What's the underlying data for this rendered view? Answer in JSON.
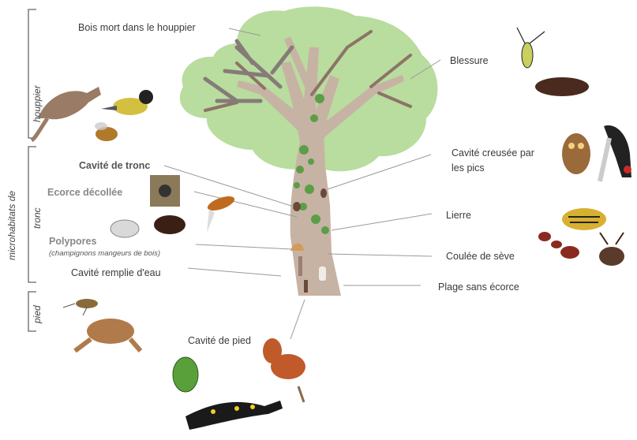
{
  "side_labels": {
    "group": "microhabitats de",
    "houppier": "houppier",
    "tronc": "tronc",
    "pied": "pied"
  },
  "labels": {
    "bois_mort": "Bois mort dans le houppier",
    "blessure": "Blessure",
    "cavite_pics": "Cavité creusée par",
    "cavite_pics_2": "les pics",
    "cavite_tronc": "Cavité de tronc",
    "ecorce": "Ecorce décollée",
    "lierre": "Lierre",
    "polypores": "Polypores",
    "polypores_sub": "(champignons mangeurs de bois)",
    "coulee": "Coulée de sève",
    "cavite_eau": "Cavité remplie d'eau",
    "plage": "Plage sans écorce",
    "cavite_pied": "Cavité  de pied"
  },
  "colors": {
    "foliage": "#b9dc9f",
    "trunk": "#c7b3a4",
    "branch": "#8c7466",
    "dead_branch": "#857b78",
    "ivy": "#5b9e46",
    "leader": "#9a9a9a",
    "bracket": "#666666"
  },
  "icons": [
    "marten-icon",
    "great-tit-icon",
    "bee-icon",
    "spider-icon",
    "hoverfly-icon",
    "mite-icon",
    "beetle-icon",
    "longhorn-beetle-icon",
    "click-beetle-icon",
    "owl-icon",
    "woodpecker-icon",
    "wasp-icon",
    "ant-icon",
    "stag-beetle-icon",
    "mosquito-icon",
    "frog-icon",
    "rose-chafer-icon",
    "squirrel-icon",
    "salamander-icon"
  ]
}
